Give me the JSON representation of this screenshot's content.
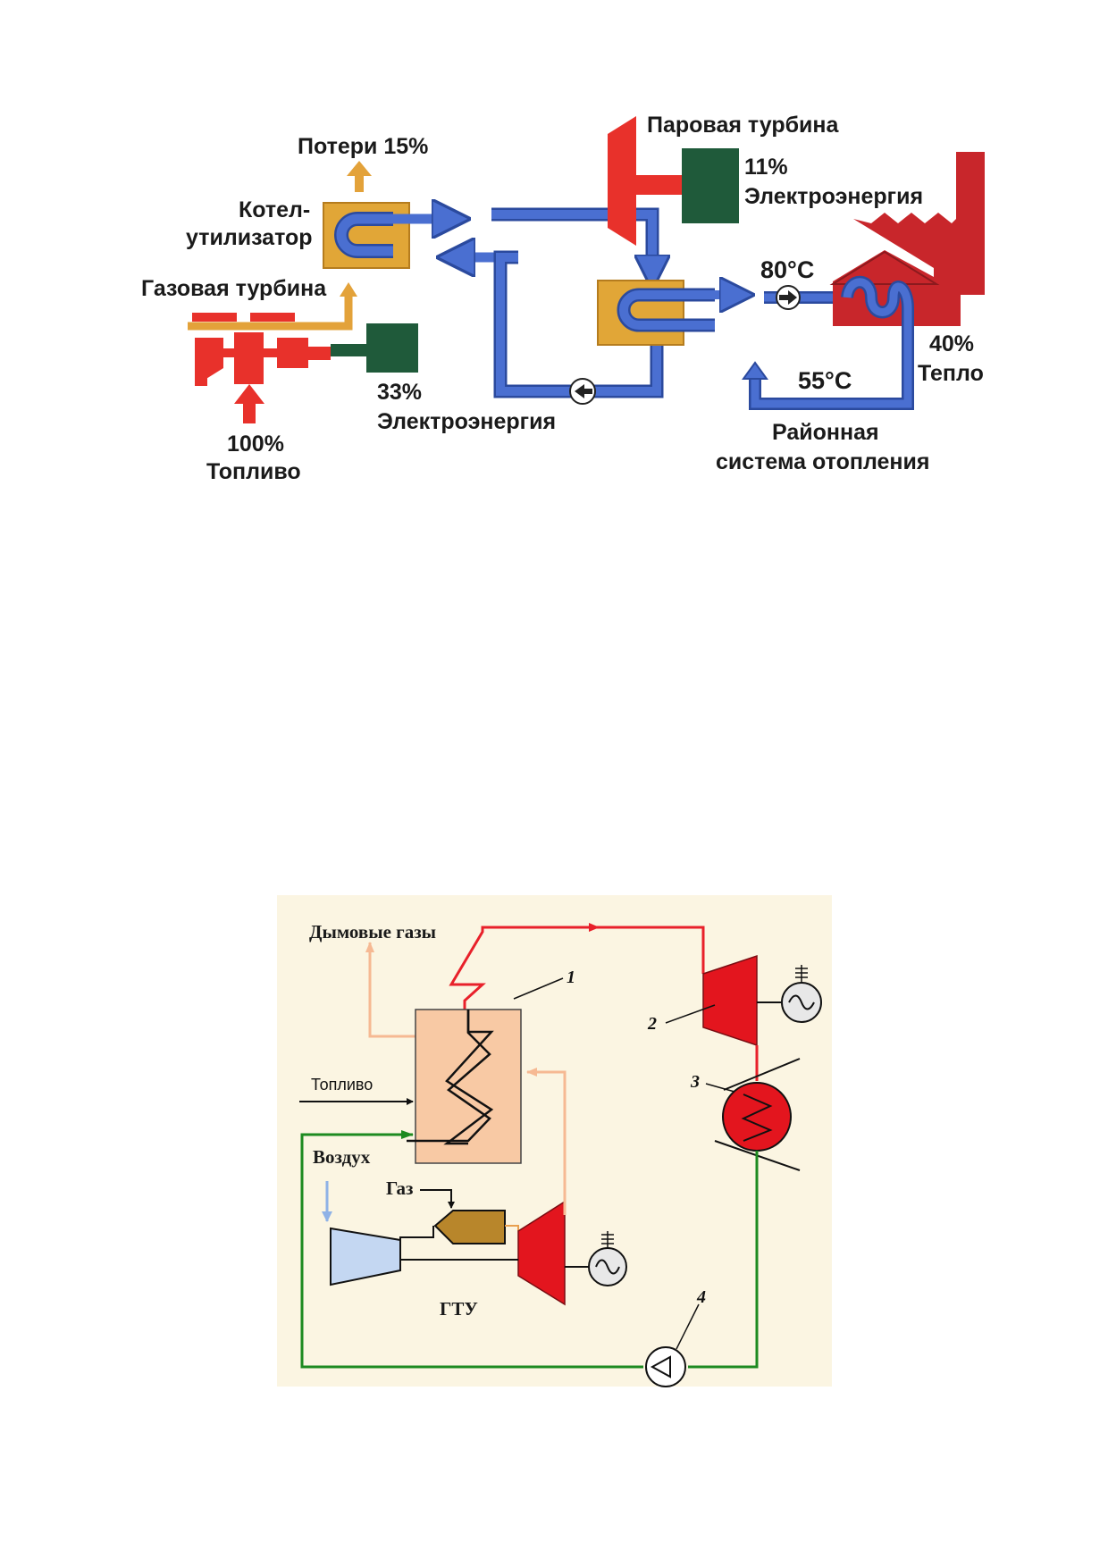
{
  "diagram1": {
    "labels": {
      "losses": "Потери 15%",
      "boiler": [
        "Котел-",
        "утилизатор"
      ],
      "gas_turbine": "Газовая турбина",
      "fuel": [
        "100%",
        "Топливо"
      ],
      "gt_electricity": [
        "33%",
        "Электроэнергия"
      ],
      "steam_turbine": "Паровая турбина",
      "st_electricity": [
        "11%",
        "Электроэнергия"
      ],
      "temp_hot": "80°С",
      "temp_cold": "55°С",
      "heat": [
        "40%",
        "Тепло"
      ],
      "district": [
        "Районная",
        "система отопления"
      ]
    },
    "colors": {
      "fuel_red": "#e8312b",
      "water_blue": "#4a6fd1",
      "boiler_fill": "#e1a637",
      "generator_green": "#1f5a3a",
      "building_red": "#c8262b",
      "exhaust_orange": "#e3a23a"
    }
  },
  "diagram2": {
    "background": "#fbf5e2",
    "labels": {
      "flue_gases": "Дымовые газы",
      "fuel": "Топливо",
      "air": "Воздух",
      "gas": "Газ",
      "gtu": "ГТУ",
      "n1": "1",
      "n2": "2",
      "n3": "3",
      "n4": "4"
    },
    "colors": {
      "hot_line": "#e8202a",
      "flue_line": "#f6b993",
      "water_line": "#1d8a20",
      "boiler_fill": "#f8c9a4",
      "compressor_fill": "#c4d7f2",
      "combustor_fill": "#b8862b",
      "turbine_fill": "#e3151e"
    }
  }
}
